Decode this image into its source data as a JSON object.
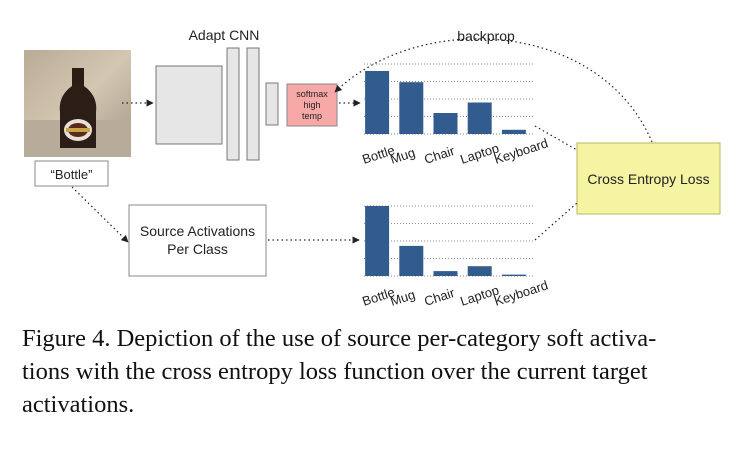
{
  "diagram": {
    "label_adapt_cnn": "Adapt CNN",
    "label_backprop": "backprop",
    "softmax_lines": [
      "softmax",
      "high",
      "temp"
    ],
    "image_label": "“Bottle”",
    "source_lines": [
      "Source Activations",
      "Per Class"
    ],
    "loss_label": "Cross Entropy Loss",
    "colors": {
      "bar": "#335c8e",
      "softmax_fill": "#f7a9a8",
      "loss_fill": "#f4f4a3",
      "loss_border": "#b8b860",
      "box_border": "#888888",
      "layer_fill": "#e6e6e6"
    }
  },
  "chart_data": [
    {
      "type": "bar",
      "categories": [
        "Bottle",
        "Mug",
        "Chair",
        "Laptop",
        "Keyboard"
      ],
      "values": [
        0.9,
        0.74,
        0.3,
        0.45,
        0.06
      ]
    },
    {
      "type": "bar",
      "categories": [
        "Bottle",
        "Mug",
        "Chair",
        "Laptop",
        "Keyboard"
      ],
      "values": [
        1.0,
        0.43,
        0.07,
        0.14,
        0.02
      ]
    }
  ],
  "caption": {
    "lines": [
      "Figure 4. Depiction of the use of source per-category soft activa-",
      "tions with the cross entropy loss function over the current target",
      "activations."
    ]
  }
}
